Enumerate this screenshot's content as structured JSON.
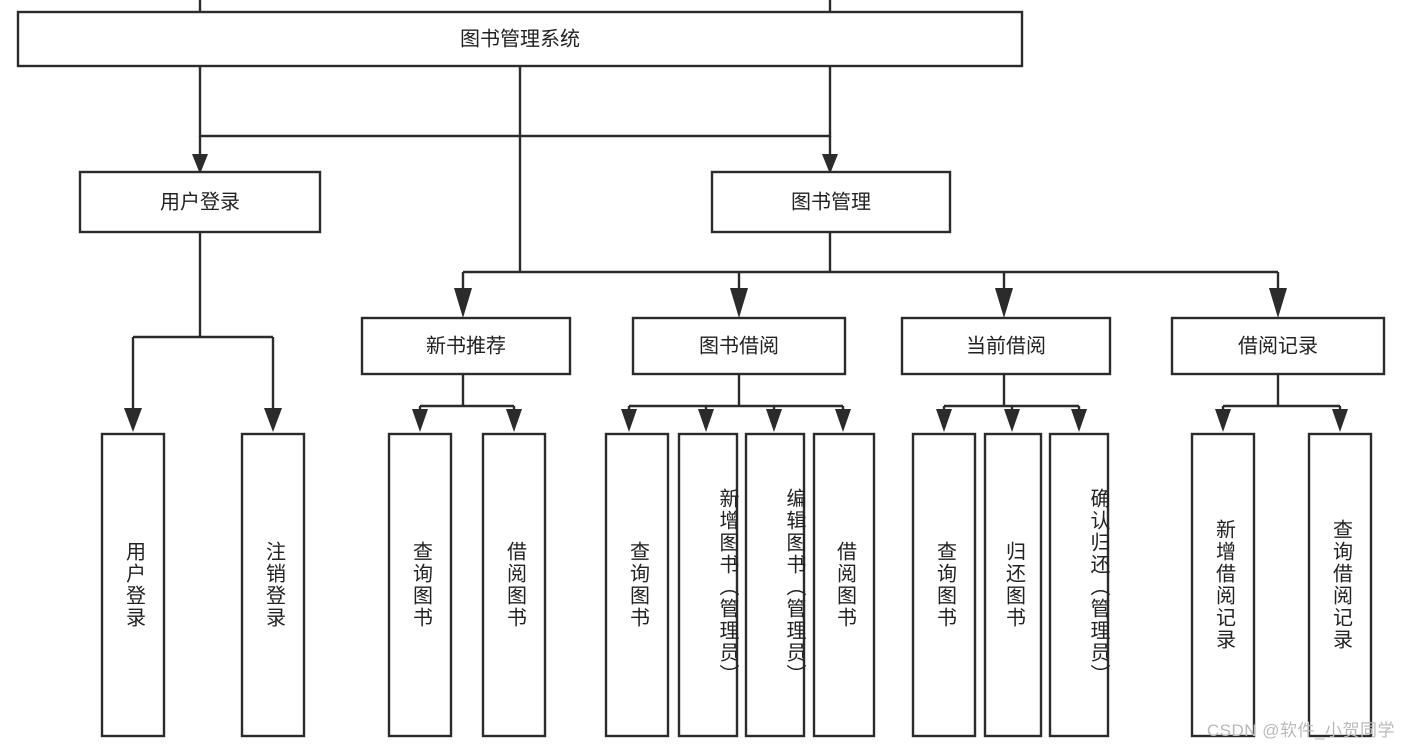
{
  "diagram": {
    "type": "hierarchy-tree",
    "title": "图书管理系统",
    "watermark": "CSDN @软件_小贺同学",
    "colors": {
      "stroke": "#2b2b2b",
      "box_fill": "#ffffff",
      "text": "#222222",
      "background": "#ffffff",
      "watermark": "#b9b9b9"
    },
    "root": {
      "label": "图书管理系统"
    },
    "level1": [
      {
        "label": "用户登录"
      },
      {
        "label": "图书管理"
      }
    ],
    "level2": [
      {
        "label": "新书推荐"
      },
      {
        "label": "图书借阅"
      },
      {
        "label": "当前借阅"
      },
      {
        "label": "借阅记录"
      }
    ],
    "leaves": {
      "user_login": [
        {
          "label": "用户登录"
        },
        {
          "label": "注销登录"
        }
      ],
      "new_book_recommend": [
        {
          "label": "查询图书"
        },
        {
          "label": "借阅图书"
        }
      ],
      "book_borrow": [
        {
          "label": "查询图书"
        },
        {
          "label": "新增图书（管理员）"
        },
        {
          "label": "编辑图书（管理员）"
        },
        {
          "label": "借阅图书"
        }
      ],
      "current_borrow": [
        {
          "label": "查询图书"
        },
        {
          "label": "归还图书"
        },
        {
          "label": "确认归还（管理员）"
        }
      ],
      "borrow_record": [
        {
          "label": "新增借阅记录"
        },
        {
          "label": "查询借阅记录"
        }
      ]
    }
  }
}
